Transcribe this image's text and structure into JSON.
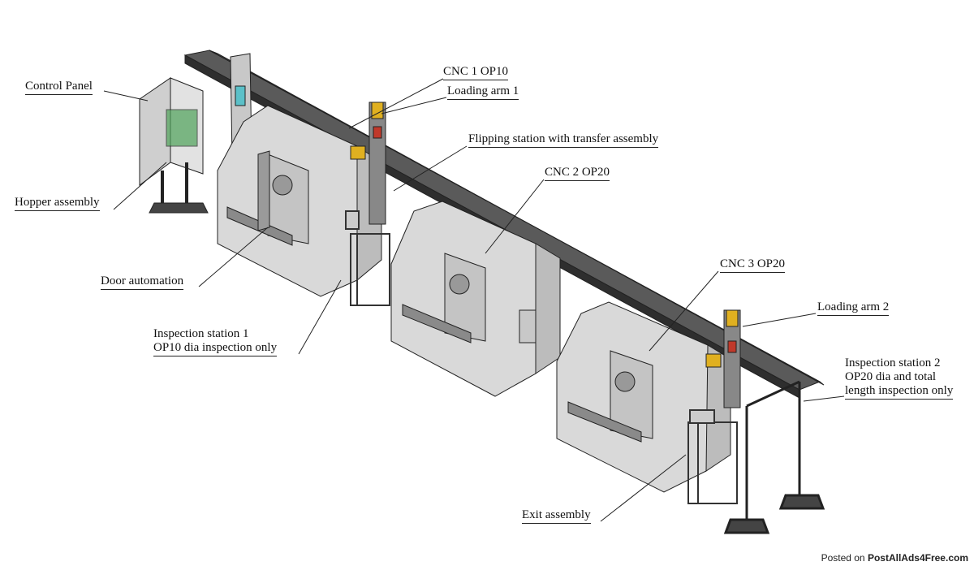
{
  "labels": {
    "control_panel": "Control Panel",
    "hopper_assembly": "Hopper assembly",
    "door_automation": "Door automation",
    "inspection_station_1_line1": "Inspection station 1",
    "inspection_station_1_line2": "OP10 dia inspection only",
    "cnc1": "CNC 1 OP10",
    "loading_arm_1": "Loading arm 1",
    "flipping_station": "Flipping station with transfer assembly",
    "cnc2": "CNC 2 OP20",
    "cnc3": "CNC 3 OP20",
    "loading_arm_2": "Loading arm 2",
    "inspection_station_2_line1": "Inspection station 2",
    "inspection_station_2_line2": "OP20 dia and total",
    "inspection_station_2_line3": "length inspection only",
    "exit_assembly": "Exit assembly"
  },
  "watermark": {
    "prefix": "Posted on",
    "site": "PostAllAds4Free.com"
  },
  "colors": {
    "machine_body": "#d9d9d9",
    "machine_shade": "#bcbcbc",
    "frame": "#4a4a4a",
    "beam": "#3a3a3a",
    "accent_yellow": "#e0b020",
    "accent_red": "#c0392b",
    "accent_green": "#4fa35a",
    "accent_cyan": "#5bc0c8"
  }
}
